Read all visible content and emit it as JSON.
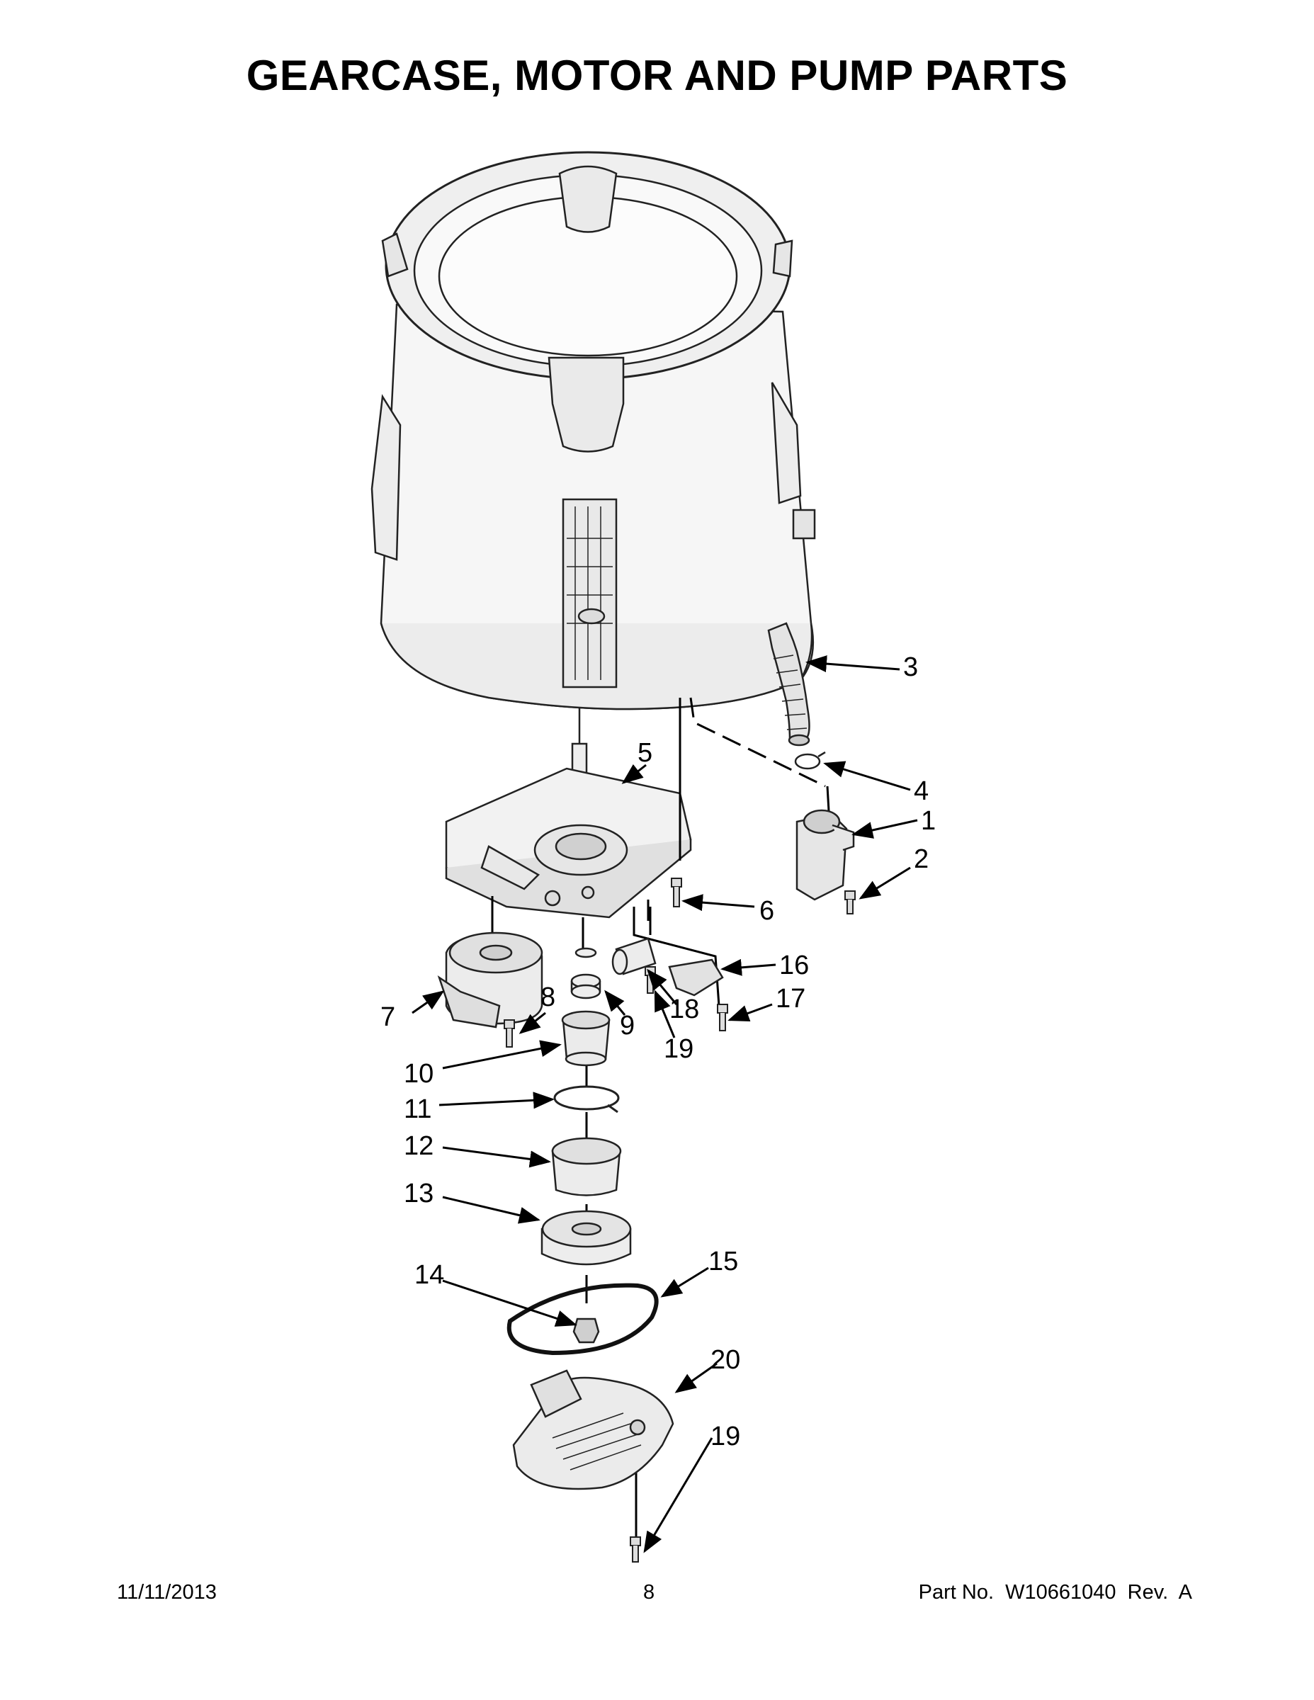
{
  "title": "GEARCASE, MOTOR AND PUMP PARTS",
  "callouts": [
    "1",
    "2",
    "3",
    "4",
    "5",
    "6",
    "7",
    "8",
    "9",
    "10",
    "11",
    "12",
    "13",
    "14",
    "15",
    "16",
    "17",
    "18",
    "19",
    "19",
    "20"
  ],
  "footer": {
    "date": "11/11/2013",
    "page": "8",
    "part_number": "Part No.  W10661040  Rev.  A"
  }
}
